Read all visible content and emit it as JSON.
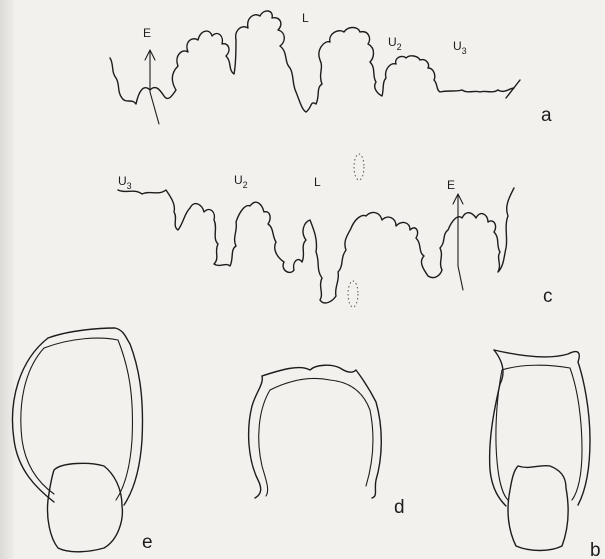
{
  "figure": {
    "panels": {
      "a": {
        "letter": "a",
        "labels": {
          "e": "E",
          "l": "L",
          "u2": "U",
          "u2_sub": "2",
          "u3": "U",
          "u3_sub": "3"
        }
      },
      "c": {
        "letter": "c",
        "labels": {
          "e": "E",
          "l": "L",
          "u2": "U",
          "u2_sub": "2",
          "u3": "U",
          "u3_sub": "3"
        }
      },
      "d": {
        "letter": "d"
      },
      "e": {
        "letter": "e"
      },
      "b": {
        "letter": "b"
      }
    }
  }
}
